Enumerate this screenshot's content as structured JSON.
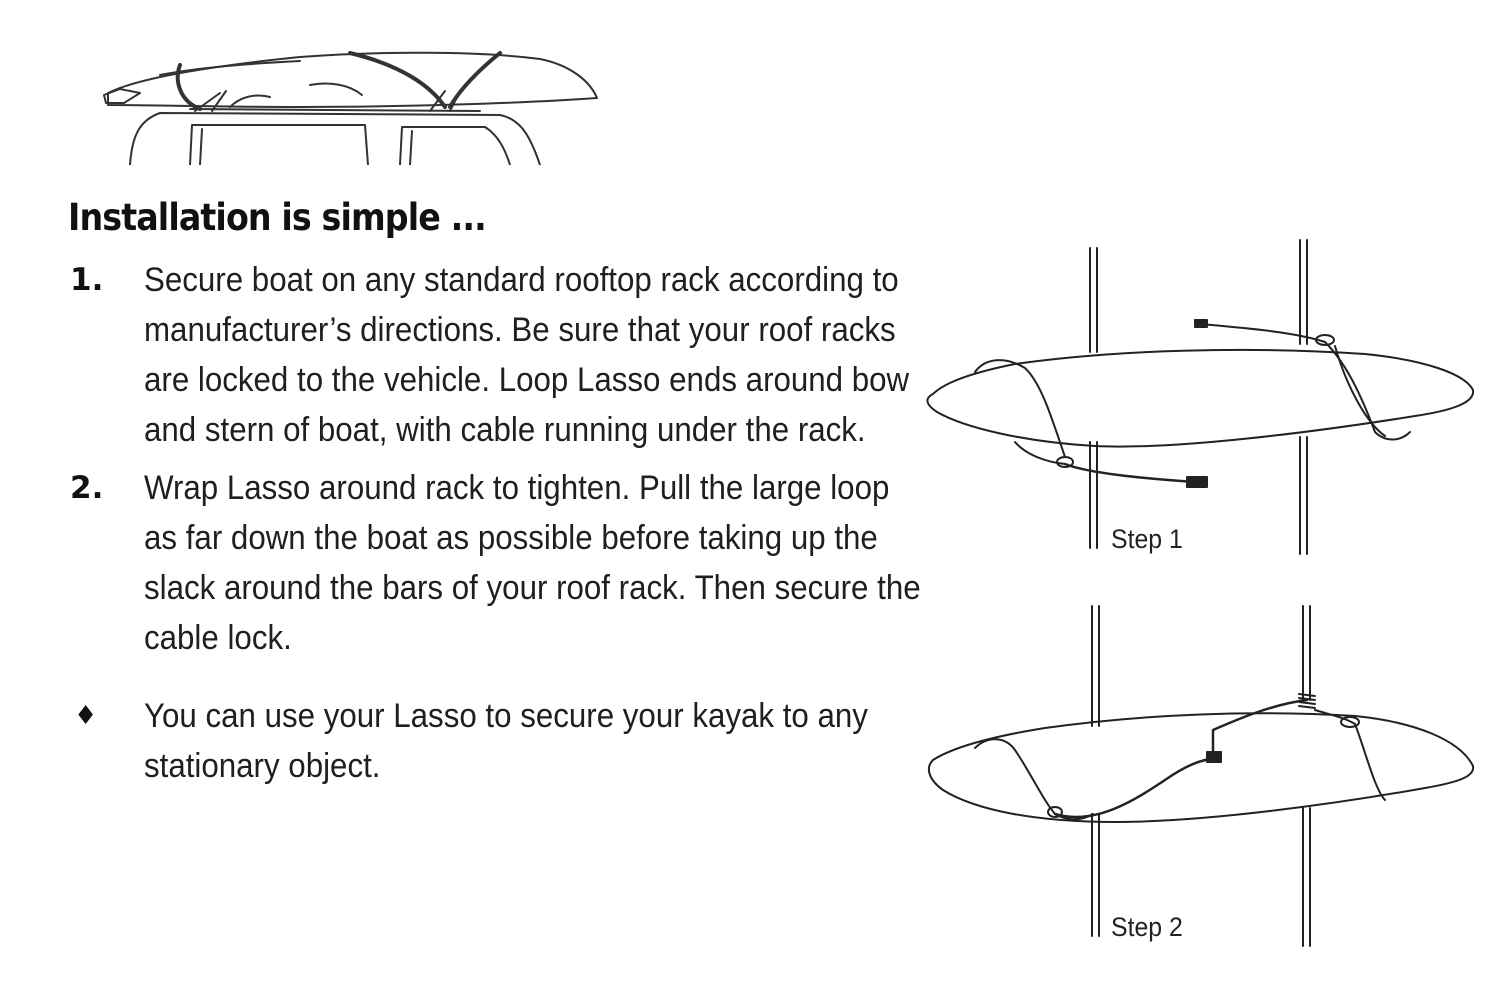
{
  "heading": "Installation is simple ...",
  "steps": [
    {
      "number": "1.",
      "text": "Secure boat on any standard rooftop rack according to manufacturer’s directions. Be sure that your roof racks are locked to the vehicle. Loop Lasso ends around bow and stern of boat, with cable running under the rack."
    },
    {
      "number": "2.",
      "text": "Wrap Lasso around rack to tighten. Pull the large loop as far down the boat as possible before taking up the slack around the bars of your roof rack. Then secure the cable lock."
    }
  ],
  "note": {
    "bullet": "♦",
    "text": "You can use your Lasso to secure your kayak to any stationary object."
  },
  "figures": {
    "step1_label": "Step 1",
    "step2_label": "Step 2"
  }
}
